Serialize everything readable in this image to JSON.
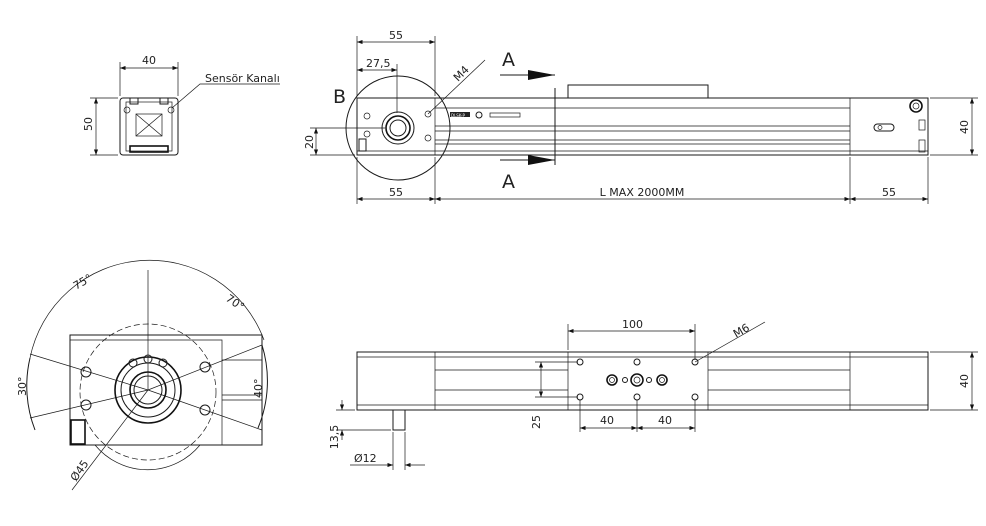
{
  "profile_view": {
    "width_dim": "40",
    "height_dim": "50",
    "sensor_label": "Sensör Kanalı"
  },
  "top_view": {
    "end_width_top": "55",
    "center_offset": "27,5",
    "axis_height": "20",
    "detail_label": "B",
    "thread_label": "M4",
    "section_label_top": "A",
    "section_label_bottom": "A",
    "end_width_left": "55",
    "length_label": "L MAX 2000MM",
    "end_width_right": "55",
    "rail_height": "40",
    "badge_text": "DLSK-P"
  },
  "end_view": {
    "angle_top_left": "75°",
    "angle_top_right": "70°",
    "angle_left": "30°",
    "angle_right": "40°",
    "bolt_circle": "Ø45"
  },
  "side_view": {
    "hole_spacing": "100",
    "thread_label": "M6",
    "pitch_left": "40",
    "pitch_right": "40",
    "row_spacing": "25",
    "rail_height": "40",
    "shaft_length": "13,5",
    "shaft_diameter": "Ø12"
  }
}
